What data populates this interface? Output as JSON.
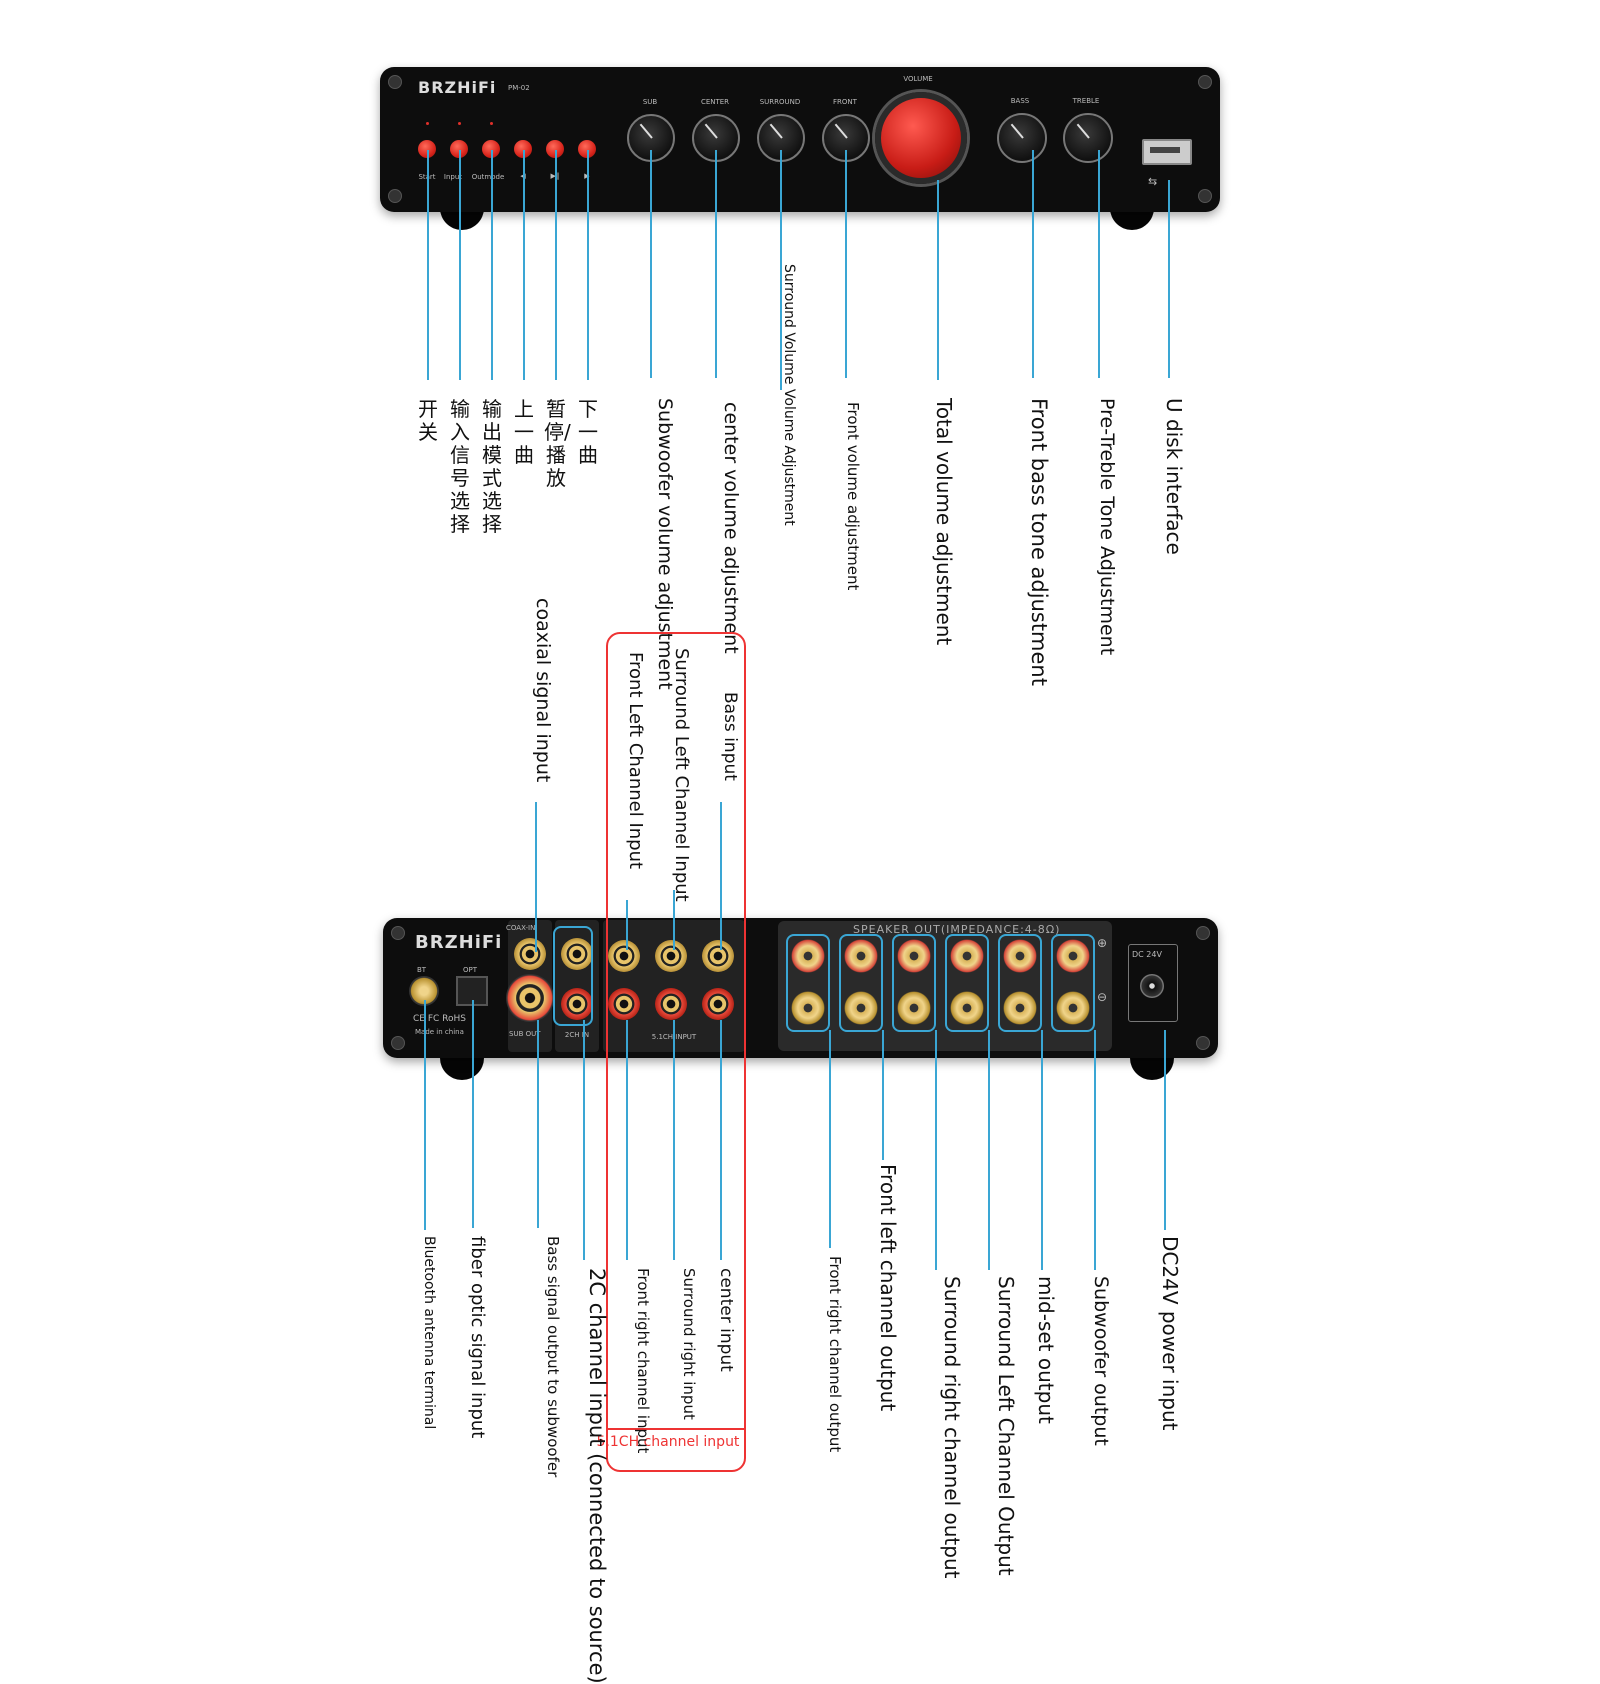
{
  "front": {
    "brand": "BRZHiFi",
    "model": "PM-02",
    "button_labels": {
      "start": "Start",
      "input": "Input",
      "outmode": "Outmode",
      "prev": "◀",
      "play": "▶‖",
      "next": "▶"
    },
    "knob_labels": {
      "sub": "SUB",
      "center": "CENTER",
      "surround": "SURROUND",
      "front": "FRONT",
      "volume": "VOLUME",
      "bass": "BASS",
      "treble": "TREBLE"
    },
    "callouts": {
      "power": "开关",
      "input_select": "输入信号选择",
      "output_mode": "输出模式选择",
      "prev": "上一曲",
      "play_pause": "暂停/播放",
      "next": "下一曲",
      "sub_volume": "Subwoofer volume adjustment",
      "center_volume": "center volume adjustment",
      "surround_volume": "Surround Volume Volume Adjustment",
      "front_volume": "Front volume adjustment",
      "total_volume": "Total volume adjustment",
      "bass_tone": "Front bass tone adjustment",
      "treble_tone": "Pre-Treble Tone Adjustment",
      "usb": "U disk interface"
    }
  },
  "rear": {
    "brand": "BRZHiFi",
    "bt_label": "BT",
    "opt_label": "OPT",
    "coax_label": "COAX-IN",
    "sub_out_label": "SUB OUT",
    "two_ch_label": "2CH IN",
    "five_one_label": "5.1CH INPUT",
    "speaker_out_label": "SPEAKER OUT(IMPEDANCE:4-8Ω)",
    "dc_label": "DC 24V",
    "cert_text": "CE FC RoHS",
    "made_in": "Made in china",
    "callouts_top": {
      "coaxial": "coaxial signal input",
      "surround_left_in": "Surround Left Channel Input",
      "front_left_in": "Front Left Channel Input",
      "bass_in": "Bass input"
    },
    "callouts_bottom": {
      "bt_antenna": "Bluetooth antenna terminal",
      "fiber": "fiber optic signal input",
      "bass_out": "Bass signal output to subwoofer",
      "two_ch": "2C channel input (connected to source)",
      "front_right_in": "Front right channel input",
      "surround_right_in": "Surround right input",
      "center_in": "center input",
      "front_right_out": "Front right channel output",
      "front_left_out": "Front left channel output",
      "surround_right_out": "Surround right channel output",
      "surround_left_out": "Surround Left Channel Output",
      "mid_out": "mid-set output",
      "sub_out": "Subwoofer output",
      "dc_in": "DC24V power input"
    },
    "five_one_caption": "5.1CH channel input"
  },
  "colors": {
    "callout_line": "#3aa6d4",
    "highlight_box": "#e33333",
    "button_red": "#d8241b"
  }
}
